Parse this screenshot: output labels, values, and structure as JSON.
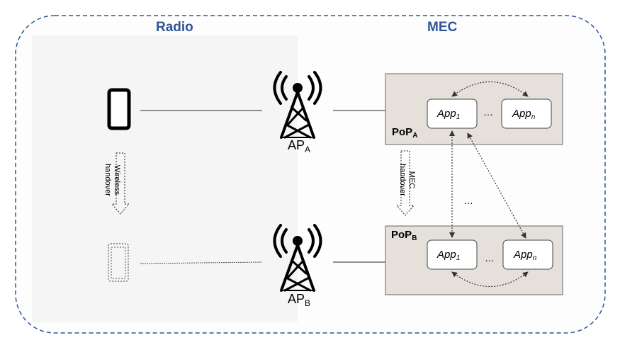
{
  "regions": {
    "radio": "Radio",
    "mec": "MEC"
  },
  "access_points": {
    "a": {
      "base": "AP",
      "sub": "A"
    },
    "b": {
      "base": "AP",
      "sub": "B"
    }
  },
  "pops": {
    "a": {
      "base": "PoP",
      "sub": "A"
    },
    "b": {
      "base": "PoP",
      "sub": "B"
    }
  },
  "apps": {
    "first": {
      "base": "App",
      "sub": "1"
    },
    "last": {
      "base": "App",
      "sub": "n"
    }
  },
  "ellipsis": "…",
  "wireless_handover": {
    "line1": "Wireless",
    "line2": "handover"
  },
  "mec_handover": {
    "line1": "MEC",
    "line2": "handover"
  },
  "colors": {
    "region_label": "#2e5597",
    "boundary": "#2e5597",
    "pop_fill": "#e6e0db",
    "radio_bg": "#f7f7f7"
  }
}
